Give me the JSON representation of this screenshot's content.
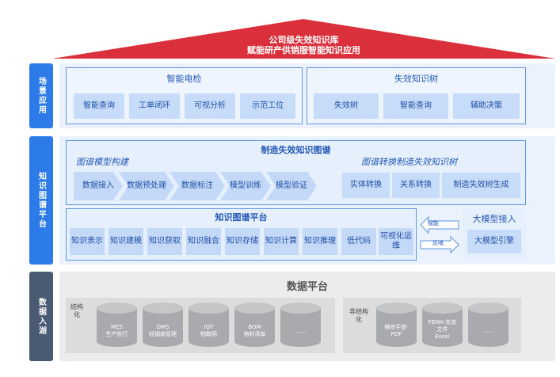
{
  "header": {
    "line1": "公司级失效知识库",
    "line2": "赋能研产供销服智能知识应用"
  },
  "side_labels": {
    "scene": "场景应用",
    "kg": "知识图谱平台",
    "data": "数据入湖"
  },
  "scene": {
    "smart_check": {
      "title": "智能电检",
      "items": [
        "智能查询",
        "工单闭环",
        "可视分析",
        "示范工位"
      ]
    },
    "fault_tree": {
      "title": "失效知识树",
      "items": [
        "失效树",
        "智能查询",
        "辅助决策"
      ]
    }
  },
  "kg": {
    "title": "制造失效知识图谱",
    "model_build": {
      "title": "图谱模型构建",
      "steps": [
        "数据接入",
        "数据预处理",
        "数据标注",
        "模型训练",
        "模型验证"
      ]
    },
    "convert": {
      "title": "图谱转换制造失效知识树",
      "items": [
        "实体转换",
        "关系转换",
        "制造失效树生成"
      ]
    },
    "platform": {
      "title": "知识图谱平台",
      "items": [
        "知识表示",
        "知识建模",
        "知识获取",
        "知识融合",
        "知识存储",
        "知识计算",
        "知识推理",
        "低代码",
        "可视化运维"
      ]
    },
    "arrows": {
      "empower": "赋能",
      "feedback": "反哺"
    },
    "llm": {
      "title": "大模型接入",
      "engine": "大模型引擎"
    }
  },
  "data_platform": {
    "title": "数据平台",
    "structured": {
      "label": "结构化",
      "items": [
        {
          "name": "MES",
          "desc": "生产执行"
        },
        {
          "name": "DMS",
          "desc": "经销商管理"
        },
        {
          "name": "IOT",
          "desc": "物联网"
        },
        {
          "name": "BOM",
          "desc": "物料清单"
        },
        {
          "name": "......",
          "desc": ""
        }
      ]
    },
    "unstructured": {
      "label": "非结构化",
      "items": [
        {
          "name": "维修手册-",
          "desc": "PDF"
        },
        {
          "name": "FEMA-失效文件",
          "desc": "Excel"
        },
        {
          "name": "......",
          "desc": ""
        }
      ]
    }
  },
  "colors": {
    "roof": "#d9303b",
    "accent_blue": "#2d7be8",
    "dark_side": "#4a5a72",
    "box_fill": "#c4d9f7",
    "cylinder": "#a9aaad"
  }
}
